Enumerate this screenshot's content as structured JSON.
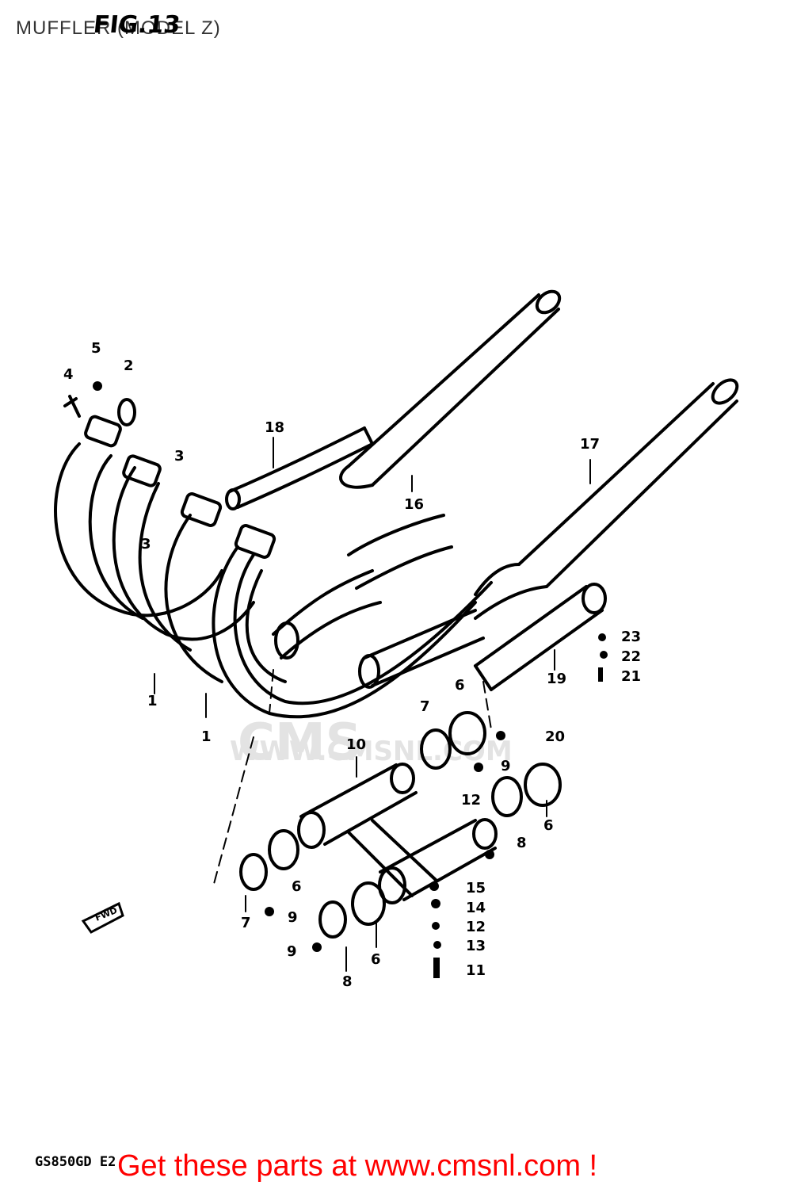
{
  "header": {
    "title": "MUFFLER (MODEL Z)",
    "figure_label": "FIG.13"
  },
  "watermark": {
    "brand": "CMS",
    "site": "WWW.CMSNL.COM"
  },
  "diagram": {
    "direction_marker": "FWD",
    "model_code": "GS850GD E2",
    "callouts": [
      "5",
      "2",
      "4",
      "3",
      "3",
      "18",
      "16",
      "17",
      "1",
      "1",
      "7",
      "6",
      "10",
      "9",
      "12",
      "8",
      "6",
      "6",
      "7",
      "9",
      "9",
      "8",
      "6",
      "15",
      "14",
      "12",
      "13",
      "11",
      "23",
      "22",
      "21",
      "19",
      "20"
    ]
  },
  "footer": {
    "promo_text": "Get these parts at www.cmsnl.com !"
  },
  "colors": {
    "promo": "#ff0000",
    "line": "#000000",
    "watermark": "#e3e3e3"
  }
}
